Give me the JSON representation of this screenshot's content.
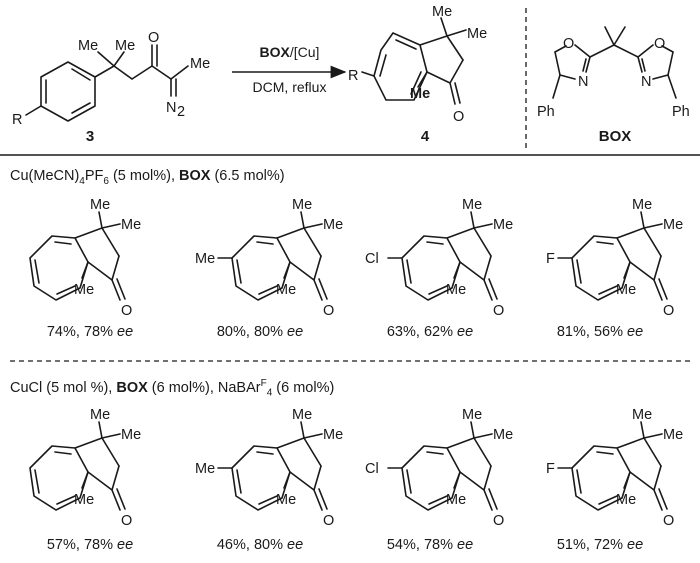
{
  "scheme": {
    "starting_material": {
      "label": "3",
      "atoms": {
        "me1": "Me",
        "me2": "Me",
        "oxygen": "O",
        "methyl": "Me",
        "n2": "N",
        "n2_sub": "2",
        "r": "R"
      }
    },
    "arrow": {
      "reagent_bold": "BOX",
      "reagent_rest": "/[Cu]",
      "conditions": "DCM, reflux"
    },
    "product": {
      "label": "4",
      "atoms": {
        "r": "R",
        "me1": "Me",
        "me2": "Me",
        "me3": "Me",
        "oxygen": "O"
      }
    },
    "ligand": {
      "label": "BOX",
      "atoms": {
        "o1": "O",
        "o2": "O",
        "n1": "N",
        "n2": "N",
        "ph1": "Ph",
        "ph2": "Ph"
      }
    }
  },
  "sections": [
    {
      "conditions_parts": [
        {
          "text": "Cu(MeCN)",
          "style": "normal"
        },
        {
          "text": "4",
          "style": "sub"
        },
        {
          "text": "PF",
          "style": "normal"
        },
        {
          "text": "6",
          "style": "sub"
        },
        {
          "text": " (5 mol%), ",
          "style": "normal"
        },
        {
          "text": "BOX",
          "style": "bold"
        },
        {
          "text": " (6.5 mol%)",
          "style": "normal"
        }
      ],
      "products": [
        {
          "substituent": "",
          "yield": "74%, 78% ",
          "ee": "ee"
        },
        {
          "substituent": "Me",
          "yield": "80%, 80% ",
          "ee": "ee"
        },
        {
          "substituent": "Cl",
          "yield": "63%, 62% ",
          "ee": "ee"
        },
        {
          "substituent": "F",
          "yield": "81%, 56% ",
          "ee": "ee"
        }
      ]
    },
    {
      "conditions_parts": [
        {
          "text": "CuCl (5 mol %), ",
          "style": "normal"
        },
        {
          "text": "BOX",
          "style": "bold"
        },
        {
          "text": " (6 mol%), NaBAr",
          "style": "normal"
        },
        {
          "text": "F",
          "style": "sup"
        },
        {
          "text": "4",
          "style": "sub"
        },
        {
          "text": " (6 mol%)",
          "style": "normal"
        }
      ],
      "products": [
        {
          "substituent": "",
          "yield": "57%, 78% ",
          "ee": "ee"
        },
        {
          "substituent": "Me",
          "yield": "46%, 80% ",
          "ee": "ee"
        },
        {
          "substituent": "Cl",
          "yield": "54%, 78% ",
          "ee": "ee"
        },
        {
          "substituent": "F",
          "yield": "51%, 72% ",
          "ee": "ee"
        }
      ]
    }
  ],
  "product_atoms": {
    "me_top1": "Me",
    "me_top2": "Me",
    "me_ring": "Me",
    "oxygen": "O"
  },
  "colors": {
    "ink": "#1a1a1a",
    "background": "#ffffff"
  }
}
